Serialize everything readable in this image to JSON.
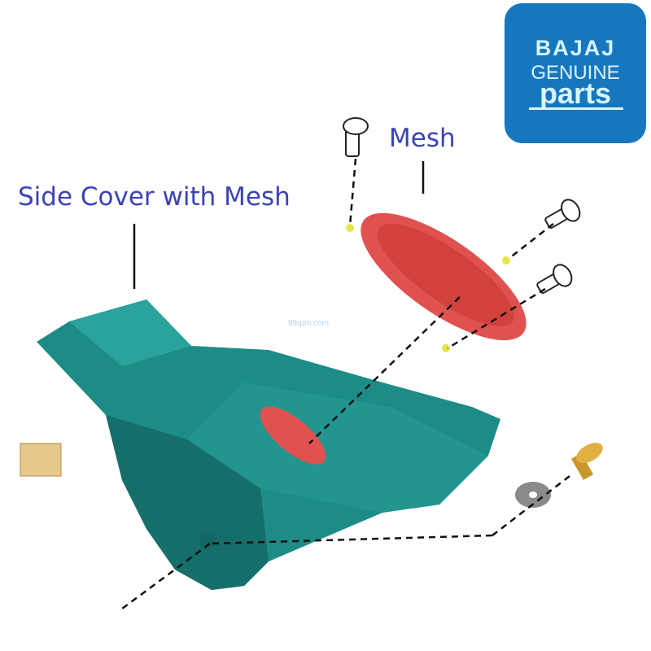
{
  "labels": {
    "side_cover": "Side Cover with Mesh",
    "mesh": "Mesh"
  },
  "logo": {
    "brand": "BAJAJ",
    "line2": "GENUINE",
    "line3": "parts"
  },
  "watermark": "99rpm.com",
  "colors": {
    "label": "#3b43b5",
    "cover": "#1e8c86",
    "mesh": "#e0524f",
    "logo_bg": "#1677bf"
  }
}
